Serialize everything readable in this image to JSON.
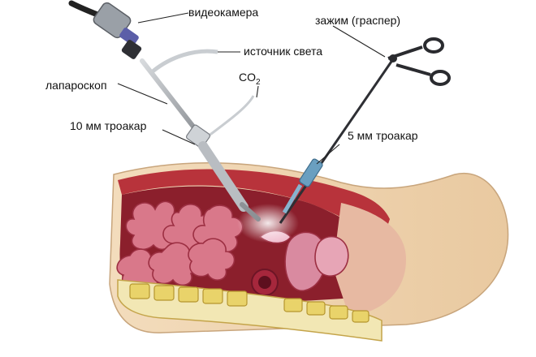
{
  "labels": {
    "camera": "видеокамера",
    "light_source": "источник света",
    "co2_main": "CO",
    "co2_sub": "2",
    "laparoscope": "лапароскоп",
    "trocar_10": "10 мм троакар",
    "grasper": "зажим (граспер)",
    "trocar_5": "5 мм троакар"
  },
  "colors": {
    "skin": "#f1d7b2",
    "muscle": "#b8333b",
    "cavity": "#8b1f2c",
    "intestine": "#d9788a",
    "bone": "#e9d36a",
    "camera_blue": "#5b5ea8",
    "instrument_metal": "#a9adb3",
    "trocar_blue": "#6a9fc0"
  }
}
